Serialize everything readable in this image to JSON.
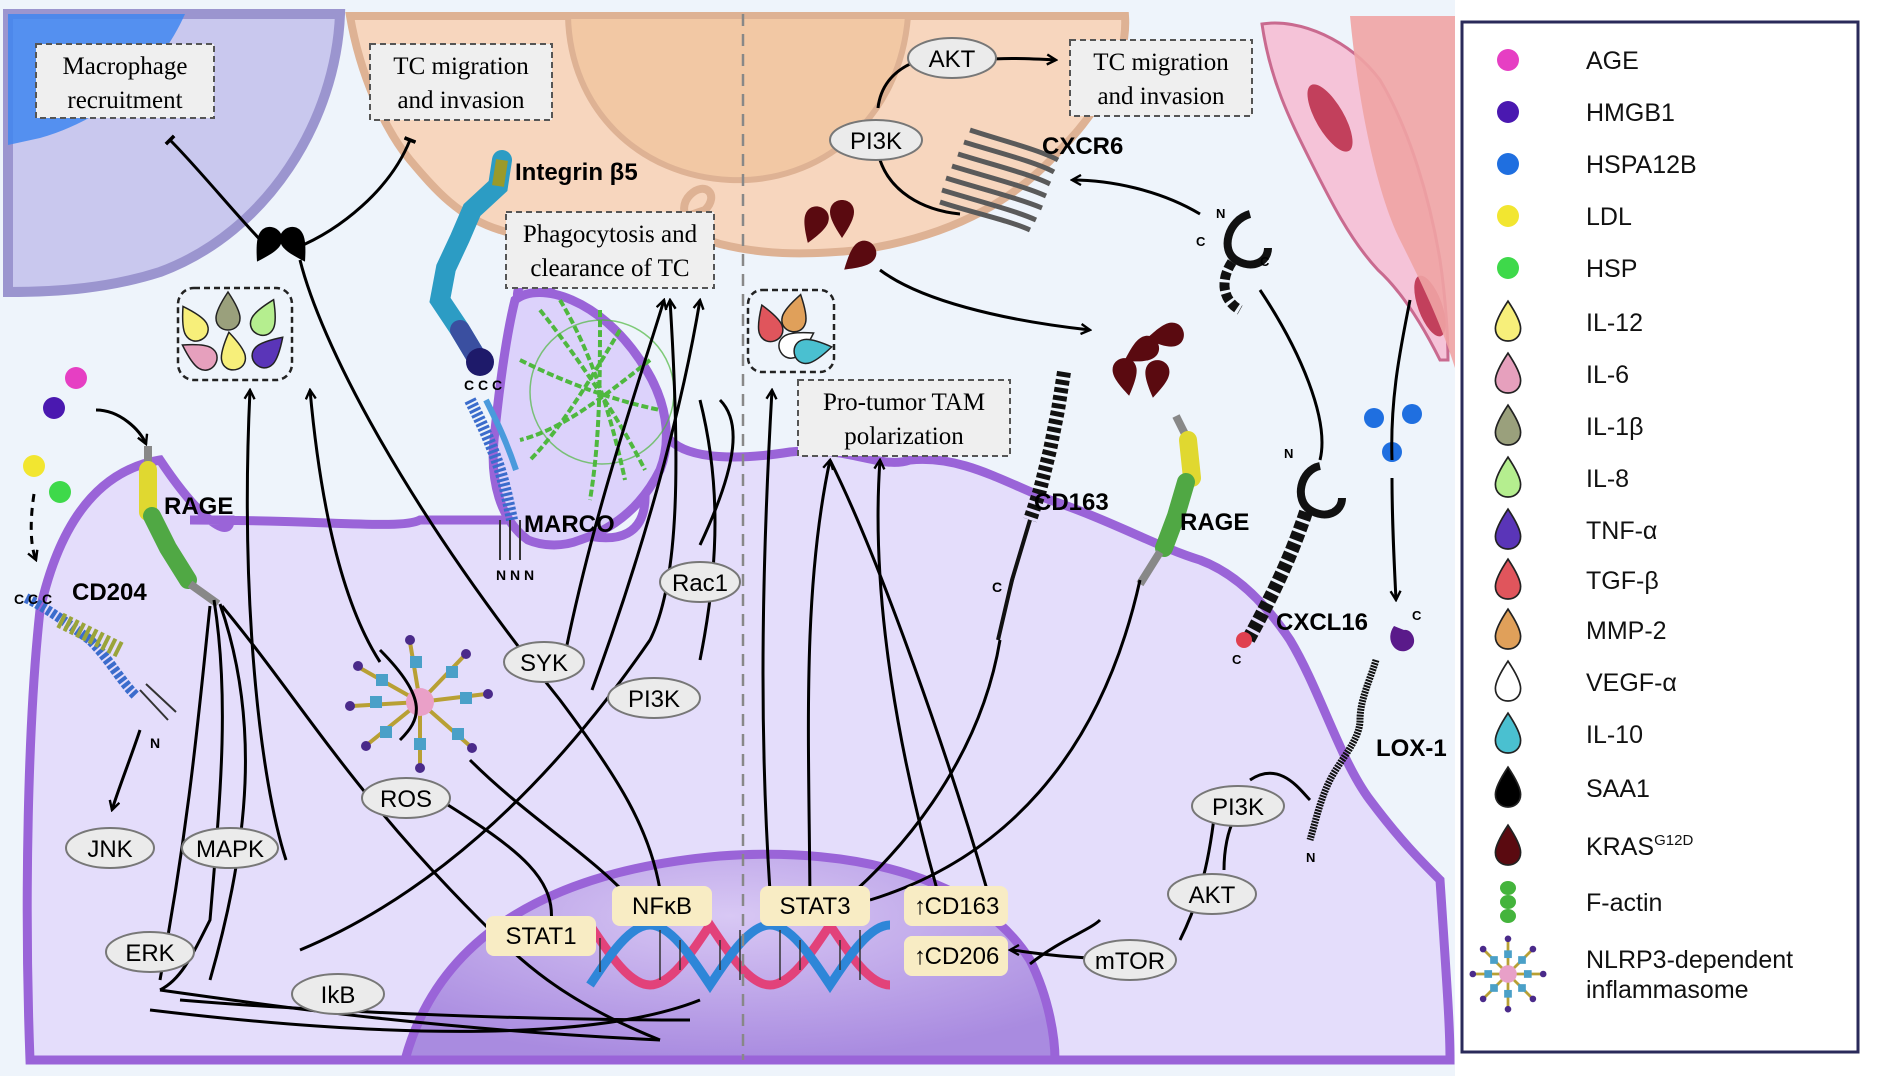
{
  "annotations": {
    "macrophage_recruitment_1": "Macrophage",
    "macrophage_recruitment_2": "recruitment",
    "tc_migration_left_1": "TC migration",
    "tc_migration_left_2": "and invasion",
    "tc_migration_right_1": "TC migration",
    "tc_migration_right_2": "and invasion",
    "phagocytosis_1": "Phagocytosis and",
    "phagocytosis_2": "clearance of TC",
    "pro_tumor_1": "Pro-tumor TAM",
    "pro_tumor_2": "polarization"
  },
  "receptors": {
    "integrin": "Integrin β5",
    "marco": "MARCO",
    "rage_left": "RAGE",
    "rage_right": "RAGE",
    "cd204": "CD204",
    "cd163": "CD163",
    "cxcr6": "CXCR6",
    "cxcl16": "CXCL16",
    "lox1": "LOX-1"
  },
  "signals": {
    "akt_top": "AKT",
    "pi3k_top": "PI3K",
    "rac1": "Rac1",
    "syk": "SYK",
    "pi3k_mid": "PI3K",
    "ros": "ROS",
    "jnk": "JNK",
    "mapk": "MAPK",
    "erk": "ERK",
    "ikb": "IkB",
    "pi3k_right": "PI3K",
    "akt_right": "AKT",
    "mtor": "mTOR"
  },
  "nucleus_factors": {
    "stat1": "STAT1",
    "nfkb": "NFκB",
    "stat3": "STAT3",
    "cd163": "CD163",
    "cd206": "CD206",
    "up_arrow": "↑"
  },
  "legend": {
    "items": [
      {
        "label": "AGE",
        "shape": "dot",
        "color": "#e63fc3"
      },
      {
        "label": "HMGB1",
        "shape": "dot",
        "color": "#4a18b0"
      },
      {
        "label": "HSPA12B",
        "shape": "dot",
        "color": "#1f6fe0"
      },
      {
        "label": "LDL",
        "shape": "dot",
        "color": "#f2e630"
      },
      {
        "label": "HSP",
        "shape": "dot",
        "color": "#3ed94a"
      },
      {
        "label": "IL-12",
        "shape": "drop",
        "color": "#f7ef7a"
      },
      {
        "label": "IL-6",
        "shape": "drop",
        "color": "#e6a0bd"
      },
      {
        "label": "IL-1β",
        "shape": "drop",
        "color": "#9aa07c"
      },
      {
        "label": "IL-8",
        "shape": "drop",
        "color": "#b5ee8f"
      },
      {
        "label": "TNF-α",
        "shape": "drop",
        "color": "#5a35b8"
      },
      {
        "label": "TGF-β",
        "shape": "drop",
        "color": "#e0555c"
      },
      {
        "label": "MMP-2",
        "shape": "drop",
        "color": "#e0a05a"
      },
      {
        "label": "VEGF-α",
        "shape": "drop",
        "color": "#ffffff"
      },
      {
        "label": "IL-10",
        "shape": "drop",
        "color": "#4ac0d0"
      },
      {
        "label": "SAA1",
        "shape": "drop",
        "color": "#000000"
      },
      {
        "label": "KRAS",
        "sup": "G12D",
        "shape": "drop",
        "color": "#5a0a10"
      },
      {
        "label": "F-actin",
        "shape": "beads",
        "color": "#44b43c"
      },
      {
        "label": "NLRP3-dependent",
        "label2": "inflammasome",
        "shape": "inflammasome",
        "color": "#e8a0c8"
      }
    ]
  }
}
